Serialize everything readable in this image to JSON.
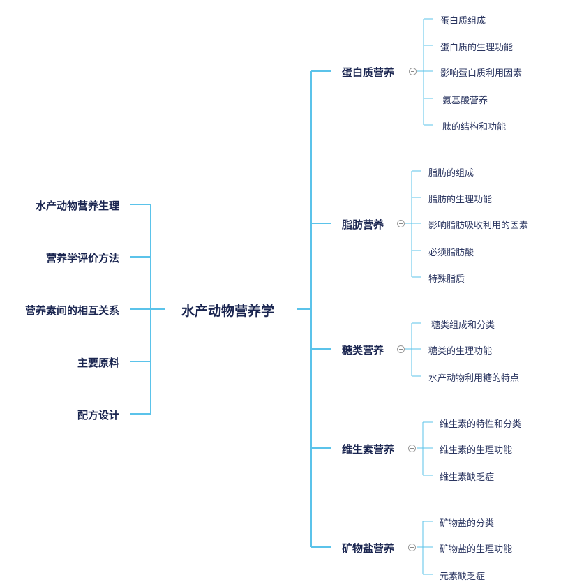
{
  "center": "水产动物营养学",
  "left_branches": [
    "水产动物营养生理",
    "营养学评价方法",
    "营养素间的相互关系",
    "主要原料",
    "配方设计"
  ],
  "right_branches": [
    {
      "label": "蛋白质营养",
      "children": [
        "蛋白质组成",
        "蛋白质的生理功能",
        "影响蛋白质利用因素",
        "氨基酸营养",
        "肽的结构和功能"
      ]
    },
    {
      "label": "脂肪营养",
      "children": [
        "脂肪的组成",
        "脂肪的生理功能",
        "影响脂肪吸收利用的因素",
        "必须脂肪酸",
        "特殊脂质"
      ]
    },
    {
      "label": "糖类营养",
      "children": [
        "糖类组成和分类",
        "糖类的生理功能",
        "水产动物利用糖的特点"
      ]
    },
    {
      "label": "维生素营养",
      "children": [
        "维生素的特性和分类",
        "维生素的生理功能",
        "维生素缺乏症"
      ]
    },
    {
      "label": "矿物盐营养",
      "children": [
        "矿物盐的分类",
        "矿物盐的生理功能",
        "元素缺乏症"
      ]
    }
  ],
  "colors": {
    "line": "#5bc3ea",
    "text": "#1a2550",
    "toggle": "#9a9a9a"
  }
}
